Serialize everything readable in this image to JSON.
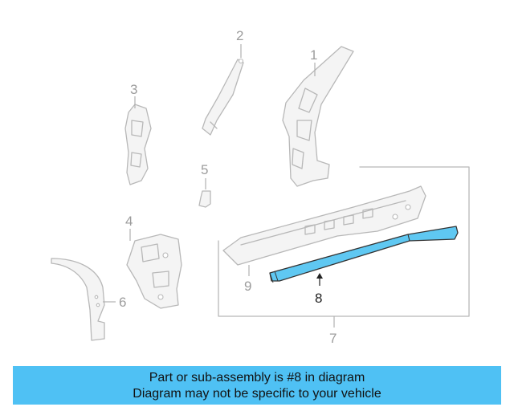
{
  "callouts": {
    "c1": "1",
    "c2": "2",
    "c3": "3",
    "c4": "4",
    "c5": "5",
    "c6": "6",
    "c7": "7",
    "c8": "8",
    "c9": "9"
  },
  "highlighted_part": "8",
  "colors": {
    "highlight_fill": "#5fc8f2",
    "banner_background": "#4fc1f4",
    "outline": "#b8b8b8"
  },
  "banner": {
    "line1": "Part or sub-assembly is #8 in diagram",
    "line2": "Diagram may not be specific to your vehicle"
  }
}
